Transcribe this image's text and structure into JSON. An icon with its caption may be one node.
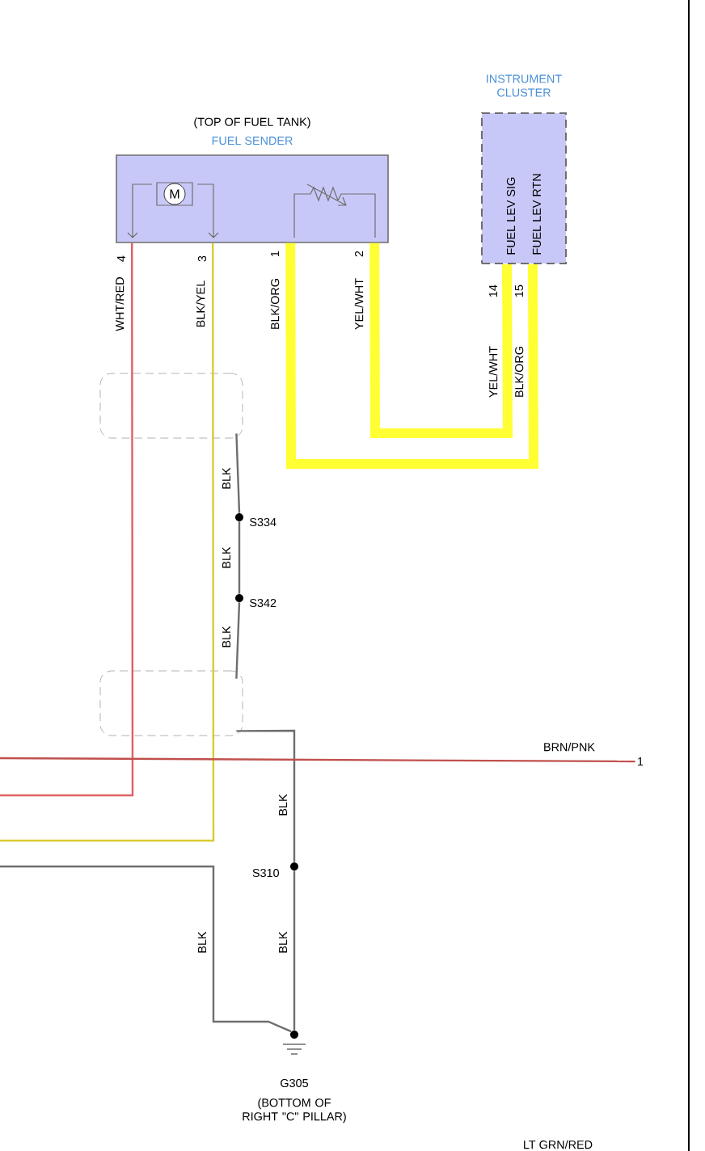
{
  "diagram": {
    "nodes": [
      {
        "text": [
          "(TOP OF FUEL TANK)",
          "FUEL SENDER"
        ]
      },
      {
        "text": [
          "INSTRUMENT CLUSTER",
          "FUEL LEV SIG",
          "FUEL LEV RTN"
        ]
      },
      {
        "text": [],
        "shape": "cylinder"
      },
      {
        "text": [],
        "shape": "circle",
        "beside": [
          "S334"
        ]
      },
      {
        "text": [],
        "shape": "circle",
        "beside": [
          "S342"
        ]
      },
      {
        "text": [],
        "shape": "cylinder"
      },
      {
        "text": [
          "1"
        ]
      },
      {
        "text": [],
        "shape": "circle",
        "beside": [
          "S310"
        ]
      },
      {
        "text": [],
        "shape": "circle",
        "beside": [
          "G305",
          "(BOTTOM OF RIGHT \"C\" PILLAR)"
        ]
      }
    ],
    "edges": [
      {
        "from": 0,
        "to": null,
        "arrow": "none",
        "label": "WHT/RED",
        "color": "#e06060"
      },
      {
        "from": 0,
        "to": null,
        "arrow": "none",
        "label": "BLK/YEL",
        "color": "#d8cc30"
      },
      {
        "from": 0,
        "to": 1,
        "arrow": "none",
        "label": "BLK/ORG",
        "style": "thick",
        "color": "#ffff33"
      },
      {
        "from": 0,
        "to": 1,
        "arrow": "none",
        "label": "YEL/WHT",
        "style": "thick",
        "color": "#ffff33"
      },
      {
        "from": 2,
        "to": 3,
        "arrow": "none",
        "label": "BLK"
      },
      {
        "from": 3,
        "to": 4,
        "arrow": "none",
        "label": "BLK"
      },
      {
        "from": 4,
        "to": 5,
        "arrow": "none",
        "label": "BLK"
      },
      {
        "from": 5,
        "to": 7,
        "arrow": "none",
        "label": "BLK"
      },
      {
        "from": 7,
        "to": 8,
        "arrow": "none",
        "label": "BLK"
      },
      {
        "from": null,
        "to": 8,
        "arrow": "none",
        "label": "BLK"
      },
      {
        "from": null,
        "to": 6,
        "arrow": "none",
        "label": "BRN/PNK",
        "color": "#c0504d"
      }
    ],
    "labels": [
      "M",
      "4",
      "3",
      "1",
      "2",
      "14",
      "15",
      "YEL/WHT",
      "BLK/ORG",
      "LT GRN/RED"
    ]
  }
}
